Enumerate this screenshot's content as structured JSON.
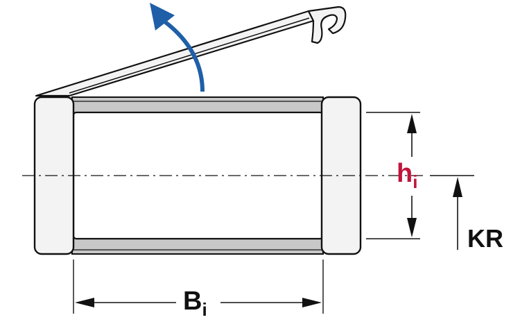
{
  "labels": {
    "height_main": "h",
    "height_sub": "i",
    "width_main": "B",
    "width_sub": "i",
    "kr": "KR"
  },
  "colors": {
    "outline": "#111111",
    "height_label": "#c0143c",
    "arrow_blue": "#1f5fa8",
    "frame_fill": "#f3f3f3",
    "bar_fill": "#c8c8c8"
  },
  "icons": {
    "open_arrow": "curved-arrow-up-icon"
  }
}
